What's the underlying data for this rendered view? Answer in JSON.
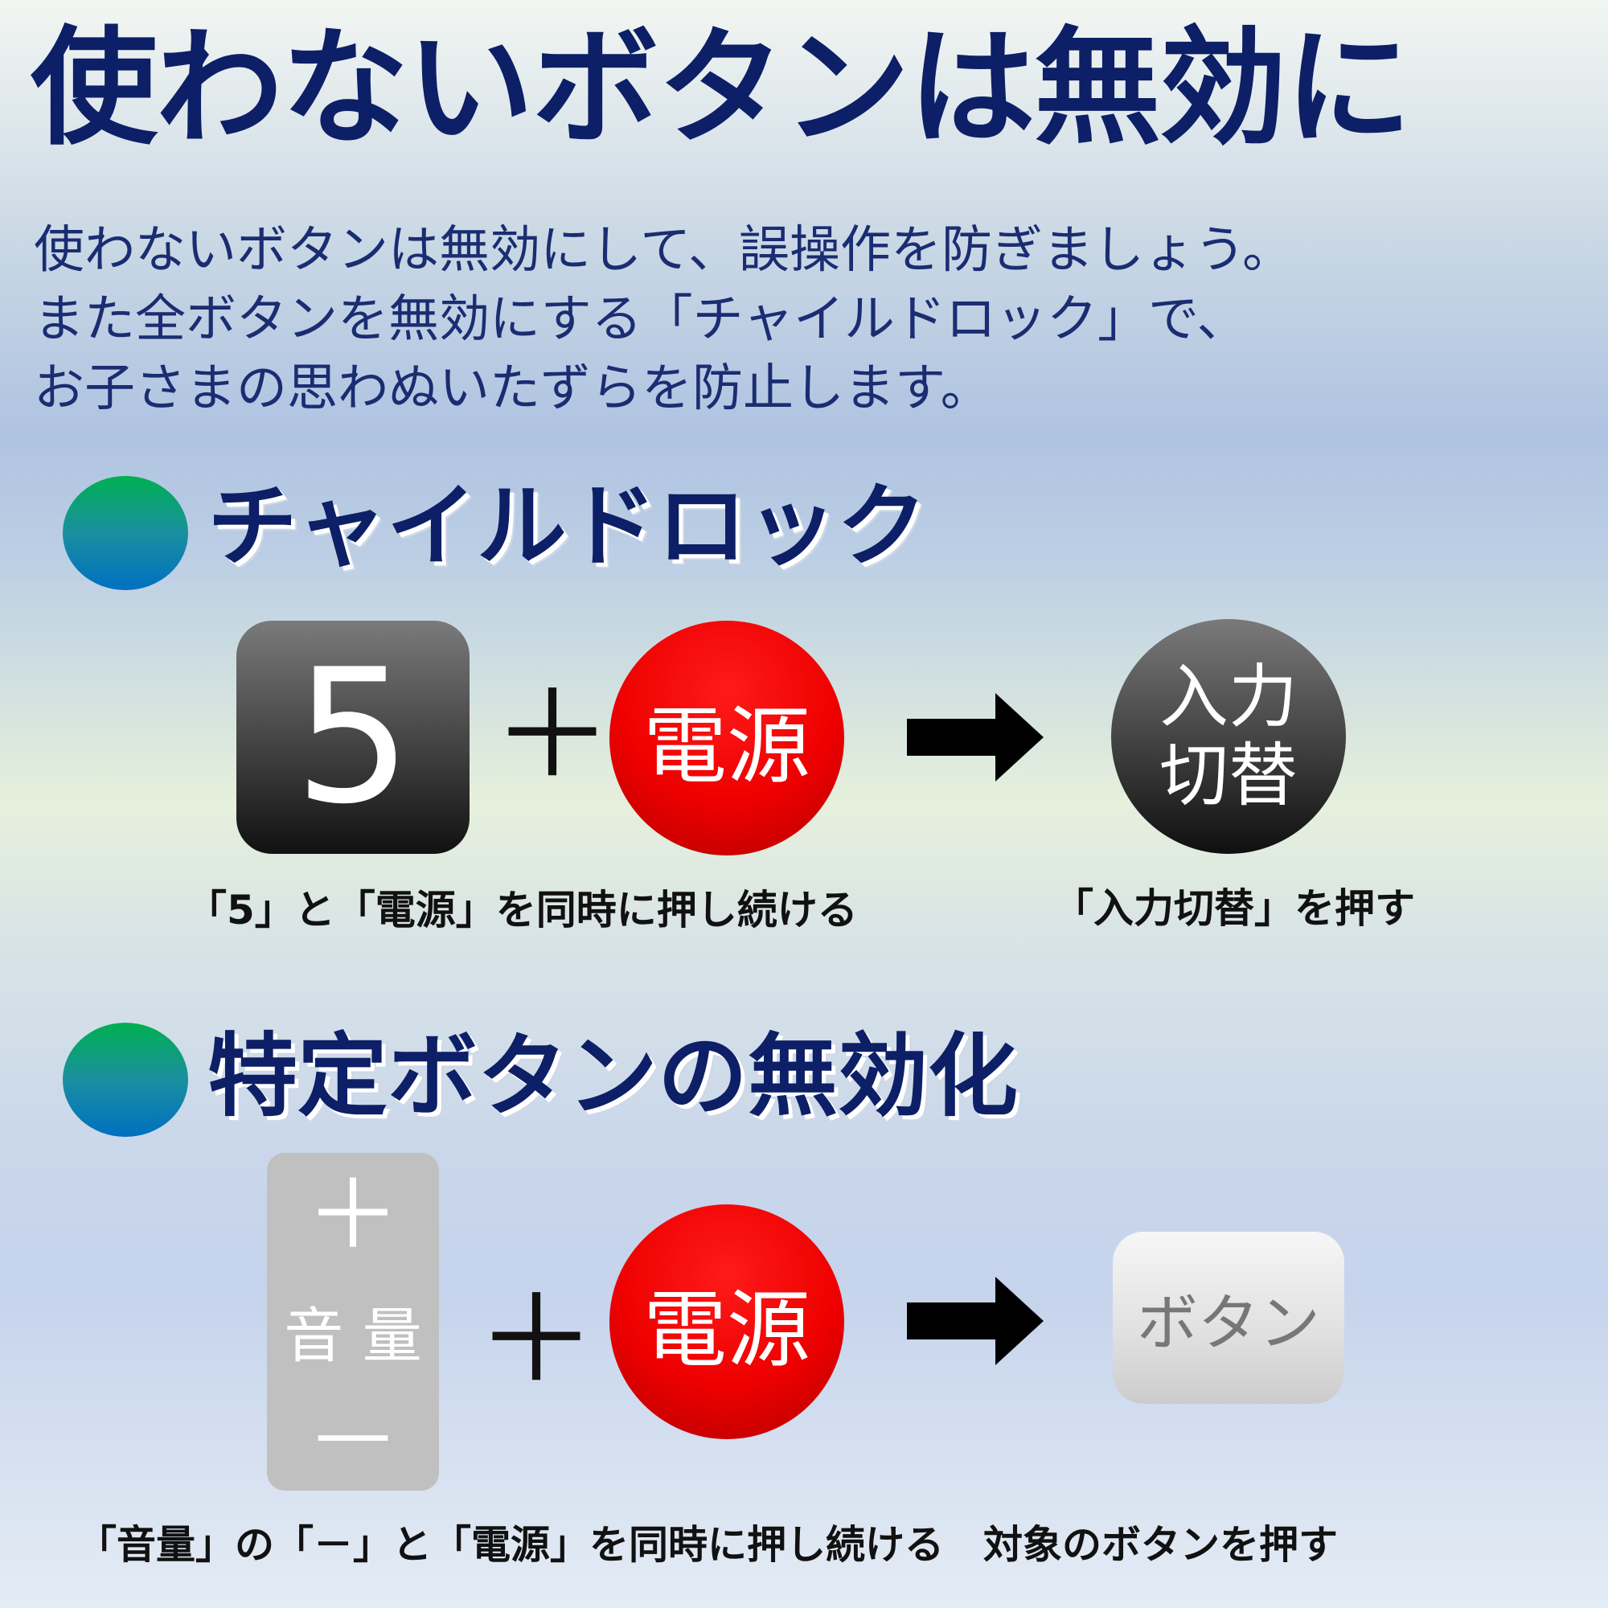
{
  "title": "使わないボタンは無効に",
  "intro": [
    "使わないボタンは無効にして、誤操作を防ぎましょう。",
    "また全ボタンを無効にする「チャイルドロック」で、",
    "お子さまの思わぬいたずらを防止します。"
  ],
  "child_lock": {
    "heading": "チャイルドロック",
    "key_five": "5",
    "plus": "＋",
    "power": "電源",
    "input_switch_line1": "入力",
    "input_switch_line2": "切替",
    "caption_left": "「5」と「電源」を同時に押し続ける",
    "caption_right": "「入力切替」を押す"
  },
  "button_disable": {
    "heading": "特定ボタンの無効化",
    "vol_plus": "＋",
    "vol_label": "音 量",
    "vol_minus": "—",
    "plus": "＋",
    "power": "電源",
    "target_button": "ボタン",
    "caption": "「音量」の「－」と「電源」を同時に押し続ける　対象のボタンを押す"
  },
  "colors": {
    "navy": "#0d1f66",
    "red": "#ee0000",
    "bullet_top": "#00b050",
    "bullet_bottom": "#0070c0"
  }
}
